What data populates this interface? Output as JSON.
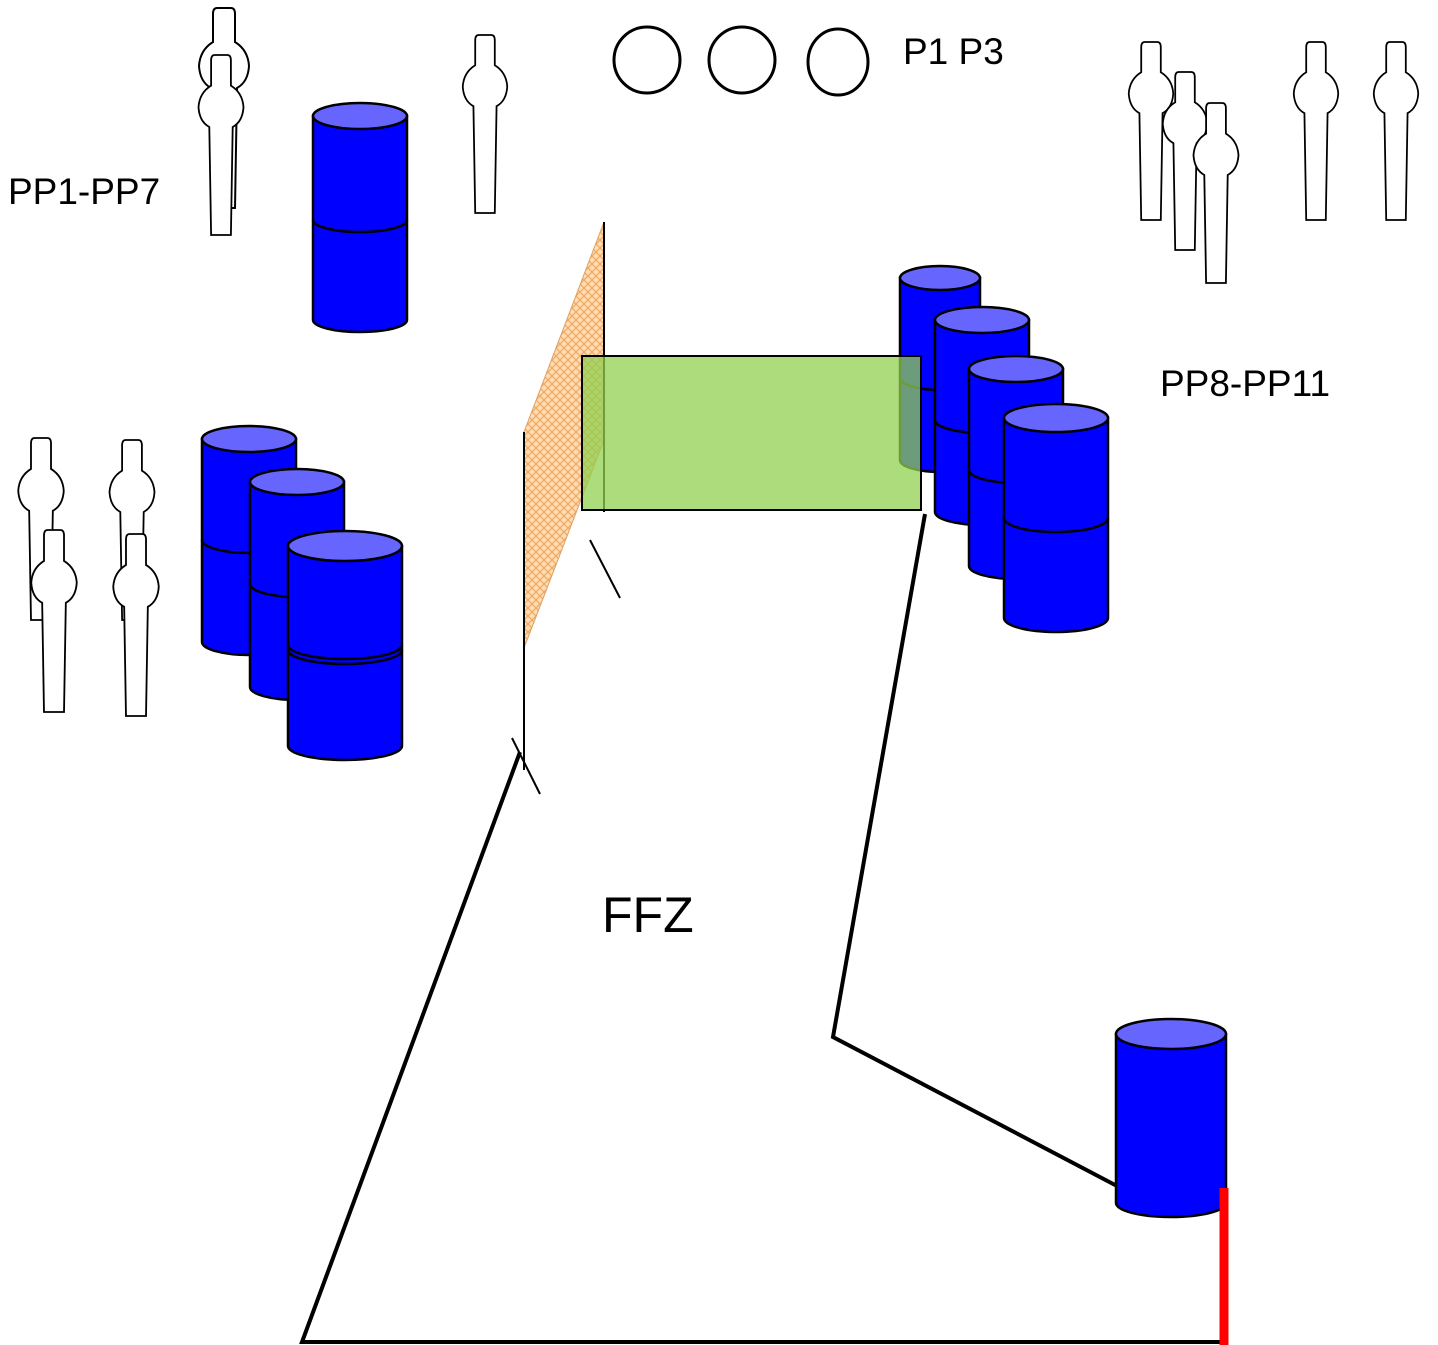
{
  "labels": {
    "steel_targets": "P1 P3",
    "left_targets": "PP1-PP7",
    "right_targets": "PP8-PP11",
    "fault_zone": "FFZ"
  },
  "colors": {
    "barrel_body": "#0000ff",
    "barrel_top": "#6666ff",
    "green_panel": "#92d050",
    "mesh_wall": "#f8c890",
    "start_marker": "#ff0000",
    "outline": "#000000"
  },
  "icons": {
    "silhouette": "paper-target-icon",
    "plate": "steel-plate-icon",
    "barrel": "barrel-icon"
  }
}
